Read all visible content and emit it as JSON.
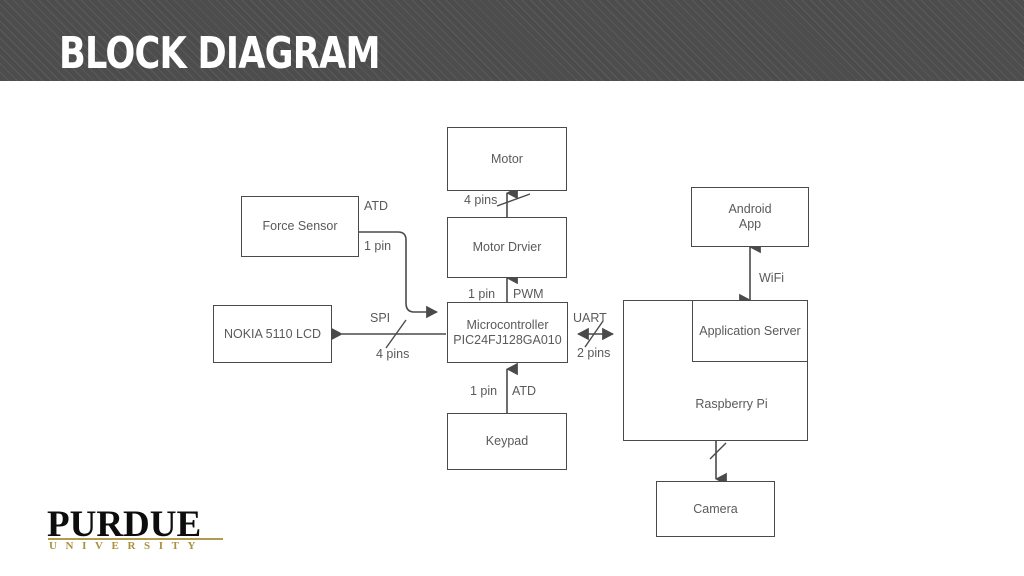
{
  "slide": {
    "title": "BLOCK DIAGRAM",
    "header_bg": "#4d4d4d",
    "title_color": "#ffffff",
    "canvas_bg": "#ffffff"
  },
  "logo": {
    "wordmark": "PURDUE",
    "subtitle": "UNIVERSITY",
    "wordmark_color": "#0d0d0d",
    "accent_color": "#a9913f"
  },
  "diagram": {
    "stroke_color": "#4a4a4a",
    "text_color": "#5a5a5a",
    "blocks": [
      {
        "id": "motor",
        "label": "Motor"
      },
      {
        "id": "motor-driver",
        "label": "Motor Drvier"
      },
      {
        "id": "force-sensor",
        "label": "Force Sensor"
      },
      {
        "id": "nokia-lcd",
        "label": "NOKIA 5110 LCD"
      },
      {
        "id": "microcontroller",
        "label_line1": "Microcontroller",
        "label_line2": "PIC24FJ128GA010"
      },
      {
        "id": "keypad",
        "label": "Keypad"
      },
      {
        "id": "android-app",
        "label_line1": "Android",
        "label_line2": "App"
      },
      {
        "id": "application-server",
        "label": "Application Server"
      },
      {
        "id": "raspberry-pi",
        "label": "Raspberry Pi"
      },
      {
        "id": "camera",
        "label": "Camera"
      }
    ],
    "edges": [
      {
        "id": "driver-to-motor",
        "from": "motor-driver",
        "to": "motor",
        "bus": "4 pins",
        "protocol": "",
        "direction": "up"
      },
      {
        "id": "sensor-to-mcu",
        "from": "force-sensor",
        "to": "microcontroller",
        "bus": "1 pin",
        "protocol": "ATD",
        "direction": "right"
      },
      {
        "id": "mcu-to-driver",
        "from": "microcontroller",
        "to": "motor-driver",
        "bus": "1 pin",
        "protocol": "PWM",
        "direction": "up"
      },
      {
        "id": "mcu-to-lcd",
        "from": "microcontroller",
        "to": "nokia-lcd",
        "bus": "4 pins",
        "protocol": "SPI",
        "direction": "left"
      },
      {
        "id": "keypad-to-mcu",
        "from": "keypad",
        "to": "microcontroller",
        "bus": "1 pin",
        "protocol": "ATD",
        "direction": "up"
      },
      {
        "id": "mcu-to-pi",
        "from": "microcontroller",
        "to": "raspberry-pi",
        "bus": "2 pins",
        "protocol": "UART",
        "direction": "both"
      },
      {
        "id": "app-to-server",
        "from": "application-server",
        "to": "android-app",
        "bus": "",
        "protocol": "WiFi",
        "direction": "both"
      },
      {
        "id": "pi-to-camera",
        "from": "raspberry-pi",
        "to": "camera",
        "bus": "",
        "protocol": "",
        "direction": "down"
      }
    ],
    "labels": {
      "driver_motor_bus": "4 pins",
      "sensor_protocol": "ATD",
      "sensor_bus": "1 pin",
      "pwm_bus": "1 pin",
      "pwm_protocol": "PWM",
      "spi_protocol": "SPI",
      "spi_bus": "4 pins",
      "keypad_bus": "1 pin",
      "keypad_protocol": "ATD",
      "uart_protocol": "UART",
      "uart_bus": "2 pins",
      "wifi_protocol": "WiFi"
    }
  }
}
